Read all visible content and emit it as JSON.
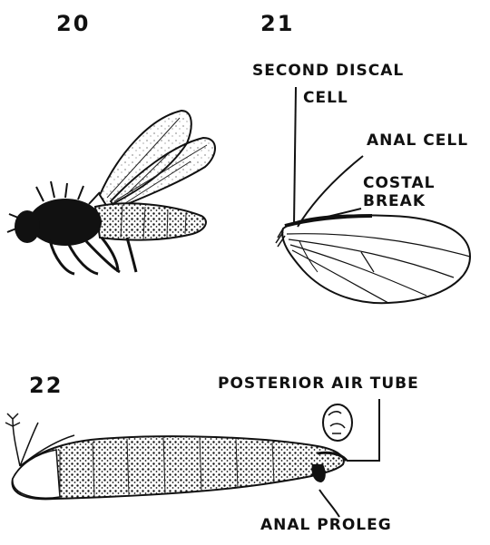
{
  "figures": {
    "fig20": {
      "number": "20"
    },
    "fig21": {
      "number": "21",
      "labels": {
        "second_discal_line1": "SECOND DISCAL",
        "second_discal_line2": "CELL",
        "anal_cell": "ANAL CELL",
        "costal_line1": "COSTAL",
        "costal_line2": "BREAK"
      }
    },
    "fig22": {
      "number": "22",
      "labels": {
        "posterior_air_tube": "POSTERIOR AIR TUBE",
        "anal_proleg": "ANAL PROLEG"
      }
    }
  },
  "colors": {
    "ink": "#111111",
    "paper": "#ffffff"
  }
}
